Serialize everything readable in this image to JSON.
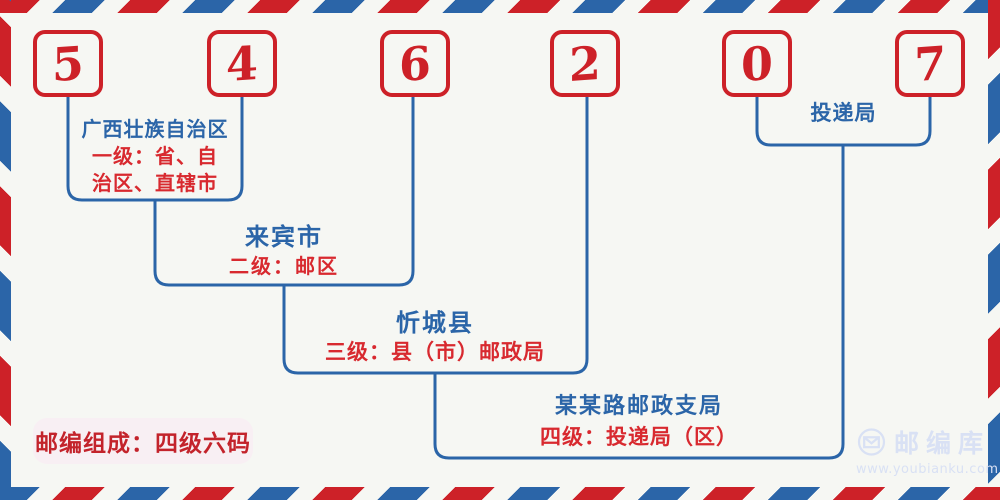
{
  "code": {
    "digits": [
      "5",
      "4",
      "6",
      "2",
      "0",
      "7"
    ]
  },
  "groups": [
    {
      "region": "广西壮族自治区",
      "level_line1": "一级：省、自",
      "level_line2": "治区、直辖市"
    },
    {
      "region": "来宾市",
      "level": "二级：邮区"
    },
    {
      "region": "忻城县",
      "level": "三级：县（市）邮政局"
    },
    {
      "region": "某某路邮政支局",
      "level": "四级：投递局（区）"
    },
    {
      "region": "投递局"
    }
  ],
  "badge": {
    "text": "邮编组成：四级六码"
  },
  "watermark": {
    "brand": "邮编库",
    "url": "www.youbianku.com"
  },
  "colors": {
    "red": "#cd2128",
    "blue": "#2b65a8",
    "label_red": "#d8292f",
    "badge_bg": "#f8eff3",
    "badge_text": "#c3232b",
    "watermark": "#d9e1f4",
    "background": "#f6f7f3"
  }
}
